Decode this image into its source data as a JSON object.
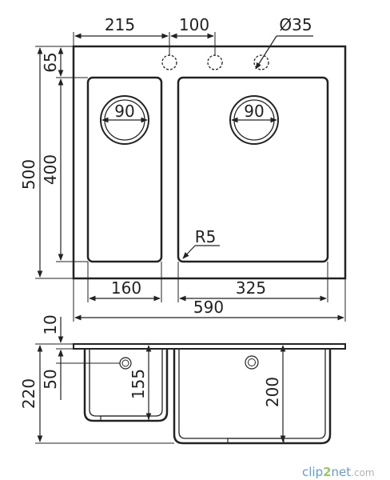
{
  "top_view": {
    "dim_215": "215",
    "dim_100": "100",
    "dim_hole": "Ø35",
    "dim_65": "65",
    "dim_500": "500",
    "dim_400": "400",
    "drain_left": "90",
    "drain_right": "90",
    "radius": "R5",
    "dim_160": "160",
    "dim_325": "325",
    "dim_590": "590"
  },
  "side_view": {
    "dim_10": "10",
    "dim_50": "50",
    "dim_220": "220",
    "dim_155": "155",
    "dim_200": "200"
  },
  "watermark": {
    "part1": "clip",
    "part2": "2",
    "part3": "net",
    "part4": ".com"
  },
  "colors": {
    "line": "#222222",
    "sink_fill": "#ffffff",
    "watermark_blue": "#3a78c2",
    "watermark_green": "#7cb342"
  }
}
